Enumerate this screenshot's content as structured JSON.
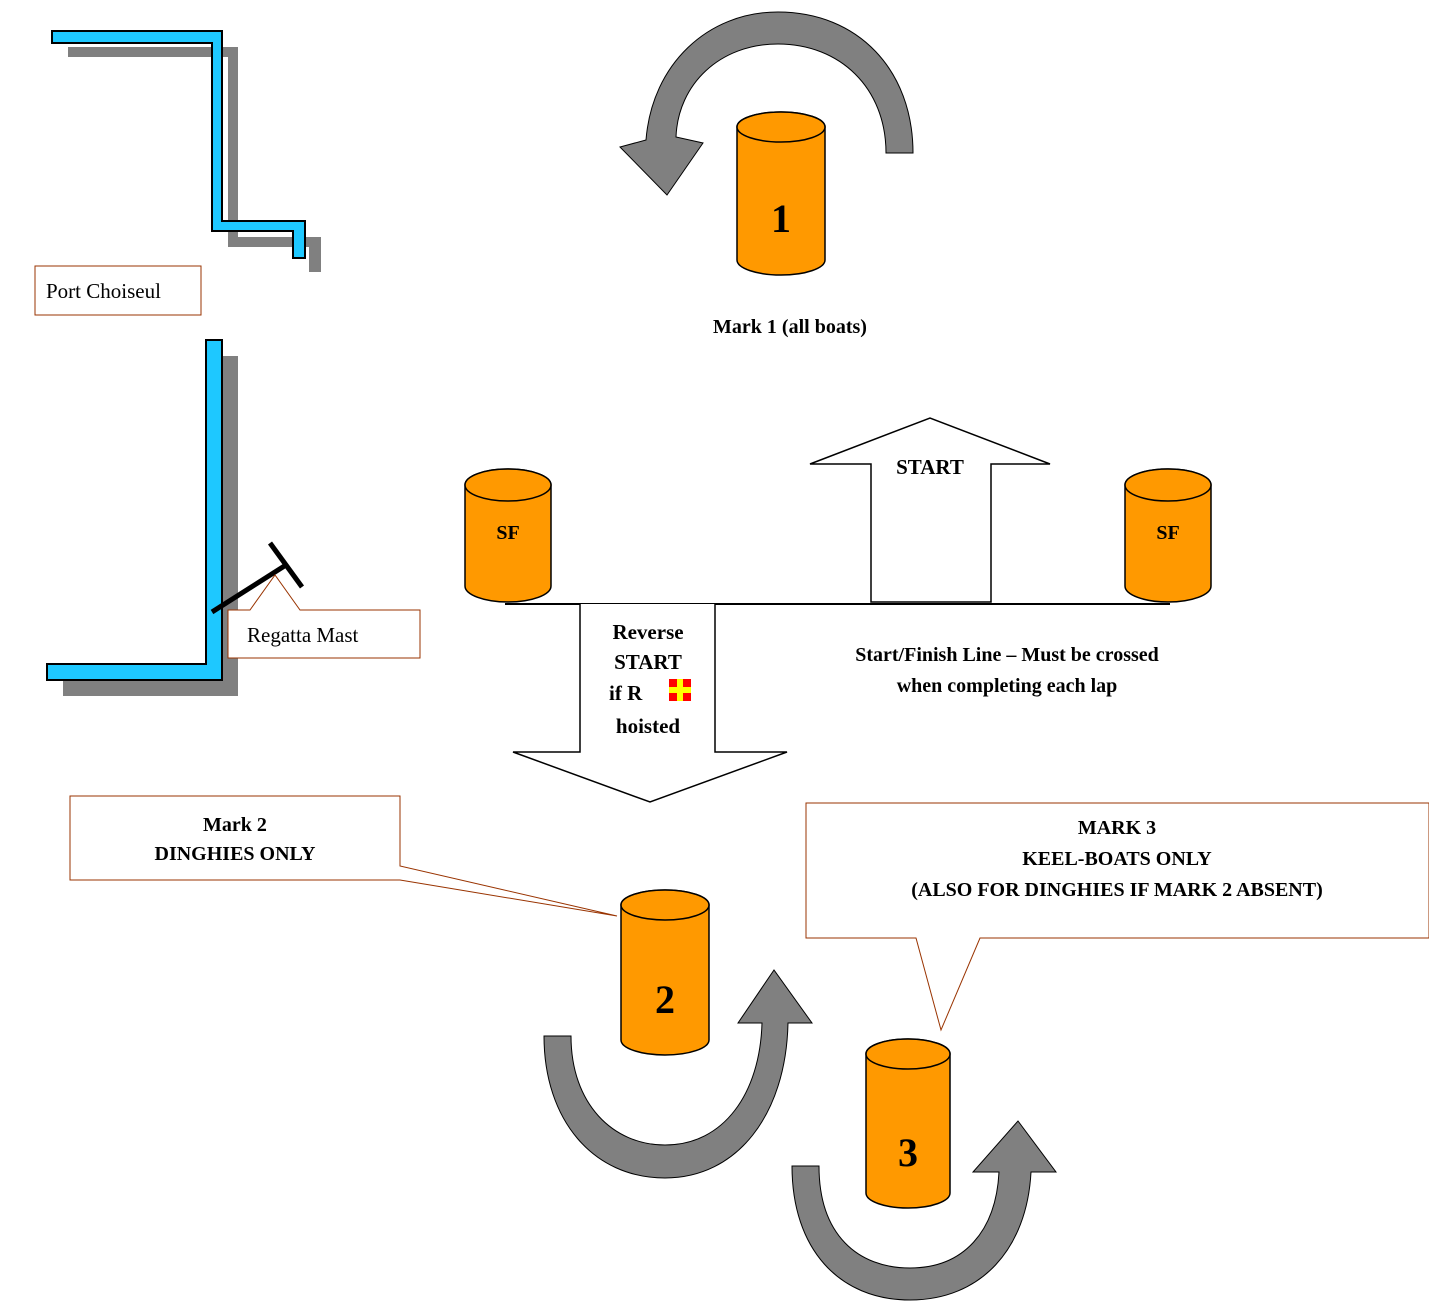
{
  "colors": {
    "jetty": "#1ec8ff",
    "jetty_shadow": "#808080",
    "buoy": "#ff9900",
    "arrow_gray": "#808080",
    "callout_border": "#993300",
    "flag_red": "#ff0000",
    "flag_yellow": "#ffff00"
  },
  "icons": {
    "jetty": "jetty-icon",
    "buoy": "buoy-icon",
    "rotation": "rotation-arrow-icon",
    "flag": "r-flag-icon",
    "mast": "regatta-mast-icon"
  },
  "labels": {
    "port": "Port Choiseul",
    "mast": "Regatta Mast",
    "mark1_caption": "Mark 1 (all boats)",
    "mark1_number": "1",
    "mark2_number": "2",
    "mark3_number": "3",
    "sf_left": "SF",
    "sf_right": "SF",
    "start": "START",
    "reverse": [
      "Reverse",
      "START",
      "if R",
      "hoisted"
    ],
    "line_caption": [
      "Start/Finish Line – Must be crossed",
      "when completing each lap"
    ],
    "mark2_callout": [
      "Mark 2",
      "DINGHIES ONLY"
    ],
    "mark3_callout": [
      "MARK 3",
      "KEEL-BOATS ONLY",
      "(ALSO FOR DINGHIES IF MARK 2 ABSENT)"
    ]
  }
}
